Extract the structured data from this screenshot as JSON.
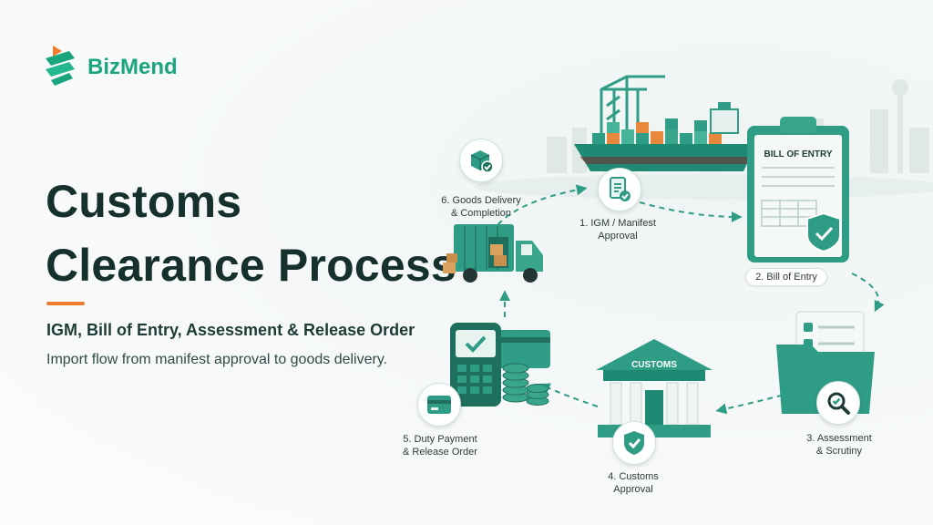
{
  "brand": {
    "name": "BizMend"
  },
  "hero": {
    "title_line1": "Customs",
    "title_line2": "Clearance Process",
    "subtitle": "IGM, Bill of Entry, Assessment & Release Order",
    "description": "Import flow from manifest approval to goods delivery."
  },
  "illustrations": {
    "bill_of_entry_heading": "BILL OF ENTRY",
    "customs_building_label": "CUSTOMS"
  },
  "steps": [
    {
      "line1": "1. IGM / Manifest",
      "line2": "Approval",
      "icon": "document-check-icon"
    },
    {
      "line1": "2. Bill of Entry",
      "line2": "",
      "icon": "clipboard-icon"
    },
    {
      "line1": "3. Assessment",
      "line2": "& Scrutiny",
      "icon": "magnifier-icon"
    },
    {
      "line1": "4. Customs",
      "line2": "Approval",
      "icon": "shield-check-icon"
    },
    {
      "line1": "5. Duty Payment",
      "line2": "& Release Order",
      "icon": "credit-card-icon"
    },
    {
      "line1": "6. Goods Delivery",
      "line2": "& Completion",
      "icon": "box-check-icon"
    }
  ],
  "colors": {
    "brand_green": "#1aa57f",
    "teal": "#2f9c86",
    "dark_text": "#16312d",
    "accent_orange": "#ef7d2d"
  }
}
